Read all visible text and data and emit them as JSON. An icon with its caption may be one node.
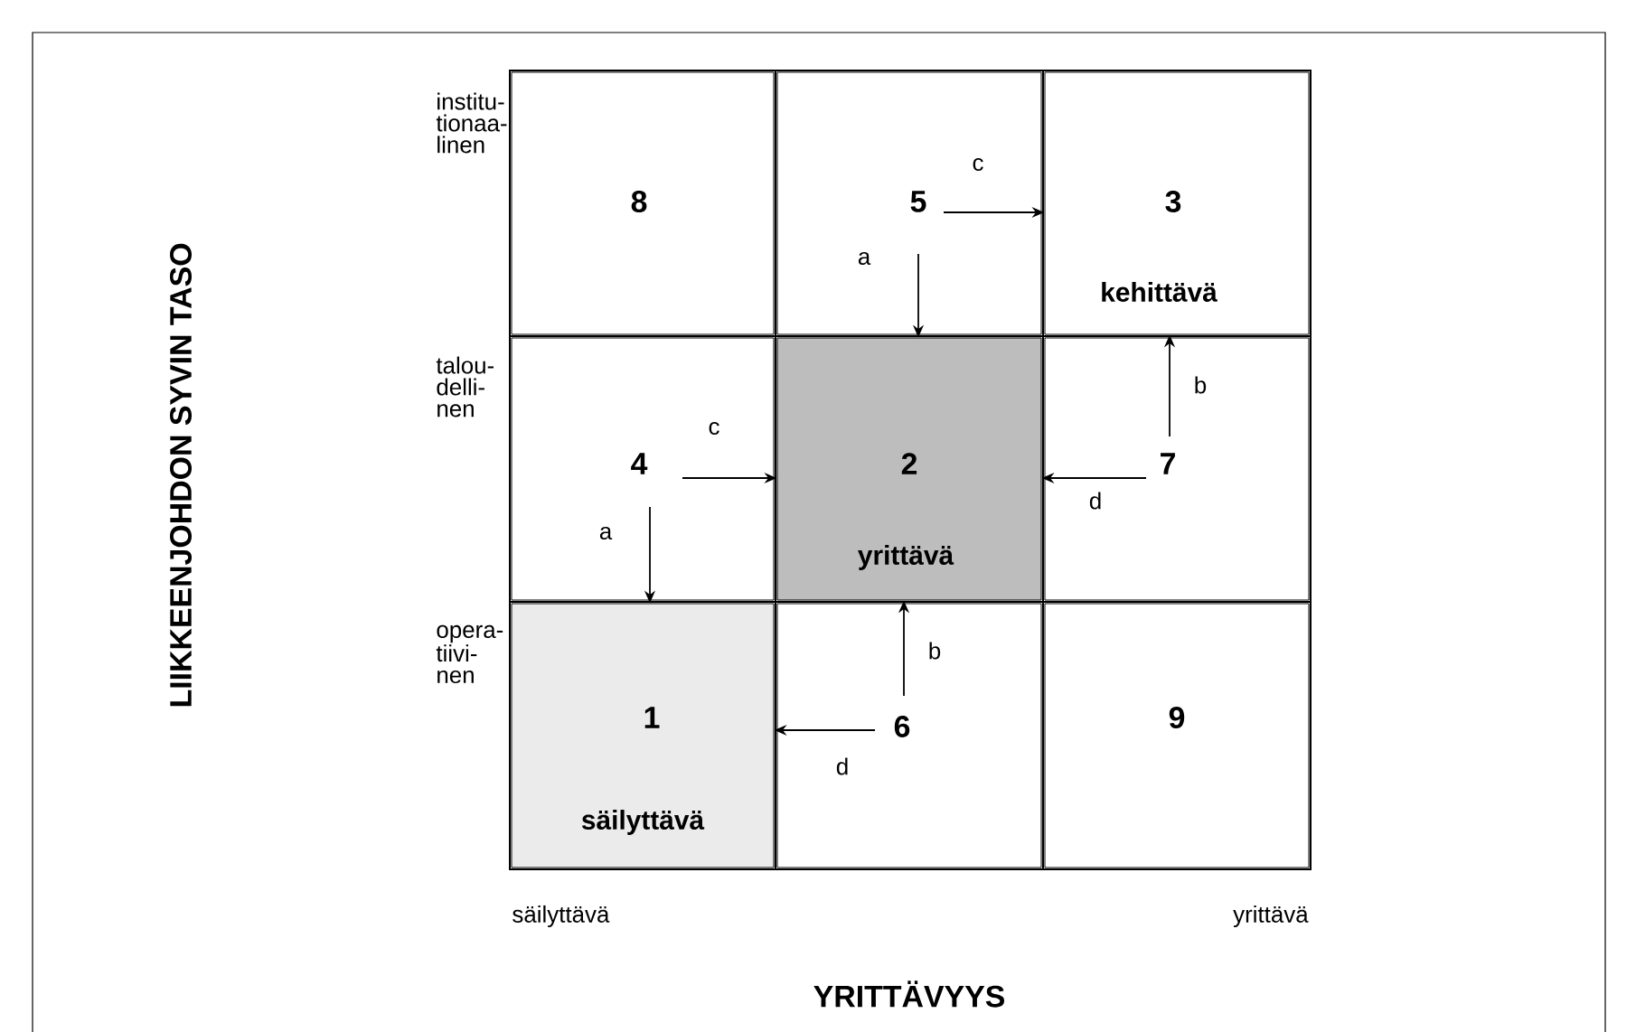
{
  "diagram": {
    "nodes": [
      {
        "text": [
          "8"
        ]
      },
      {
        "text": [
          "5"
        ]
      },
      {
        "text": [
          "3",
          "kehittävä"
        ]
      },
      {
        "text": [
          "4"
        ]
      },
      {
        "text": [
          "2",
          "yrittävä"
        ]
      },
      {
        "text": [
          "7"
        ]
      },
      {
        "text": [
          "1",
          "säilyttävä"
        ]
      },
      {
        "text": [
          "6"
        ]
      },
      {
        "text": [
          "9"
        ]
      }
    ],
    "edges": [
      {
        "from": 1,
        "to": 2,
        "arrow": "to",
        "label": "c"
      },
      {
        "from": 1,
        "to": 4,
        "arrow": "to",
        "label": "a"
      },
      {
        "from": 3,
        "to": 4,
        "arrow": "to",
        "label": "c"
      },
      {
        "from": 3,
        "to": 6,
        "arrow": "to",
        "label": "a"
      },
      {
        "from": 5,
        "to": 2,
        "arrow": "to",
        "label": "b"
      },
      {
        "from": 5,
        "to": 4,
        "arrow": "to",
        "label": "d"
      },
      {
        "from": 7,
        "to": 4,
        "arrow": "to",
        "label": "b"
      },
      {
        "from": 7,
        "to": 6,
        "arrow": "to",
        "label": "d"
      }
    ],
    "labels": [
      "LIIKKEENJOHDON SYVIN TASO",
      "institu- tionaa- linen",
      "talou- delli- nen",
      "opera- tiivi- nen",
      "säilyttävä",
      "yrittävä",
      "YRITTÄVYYS"
    ]
  }
}
